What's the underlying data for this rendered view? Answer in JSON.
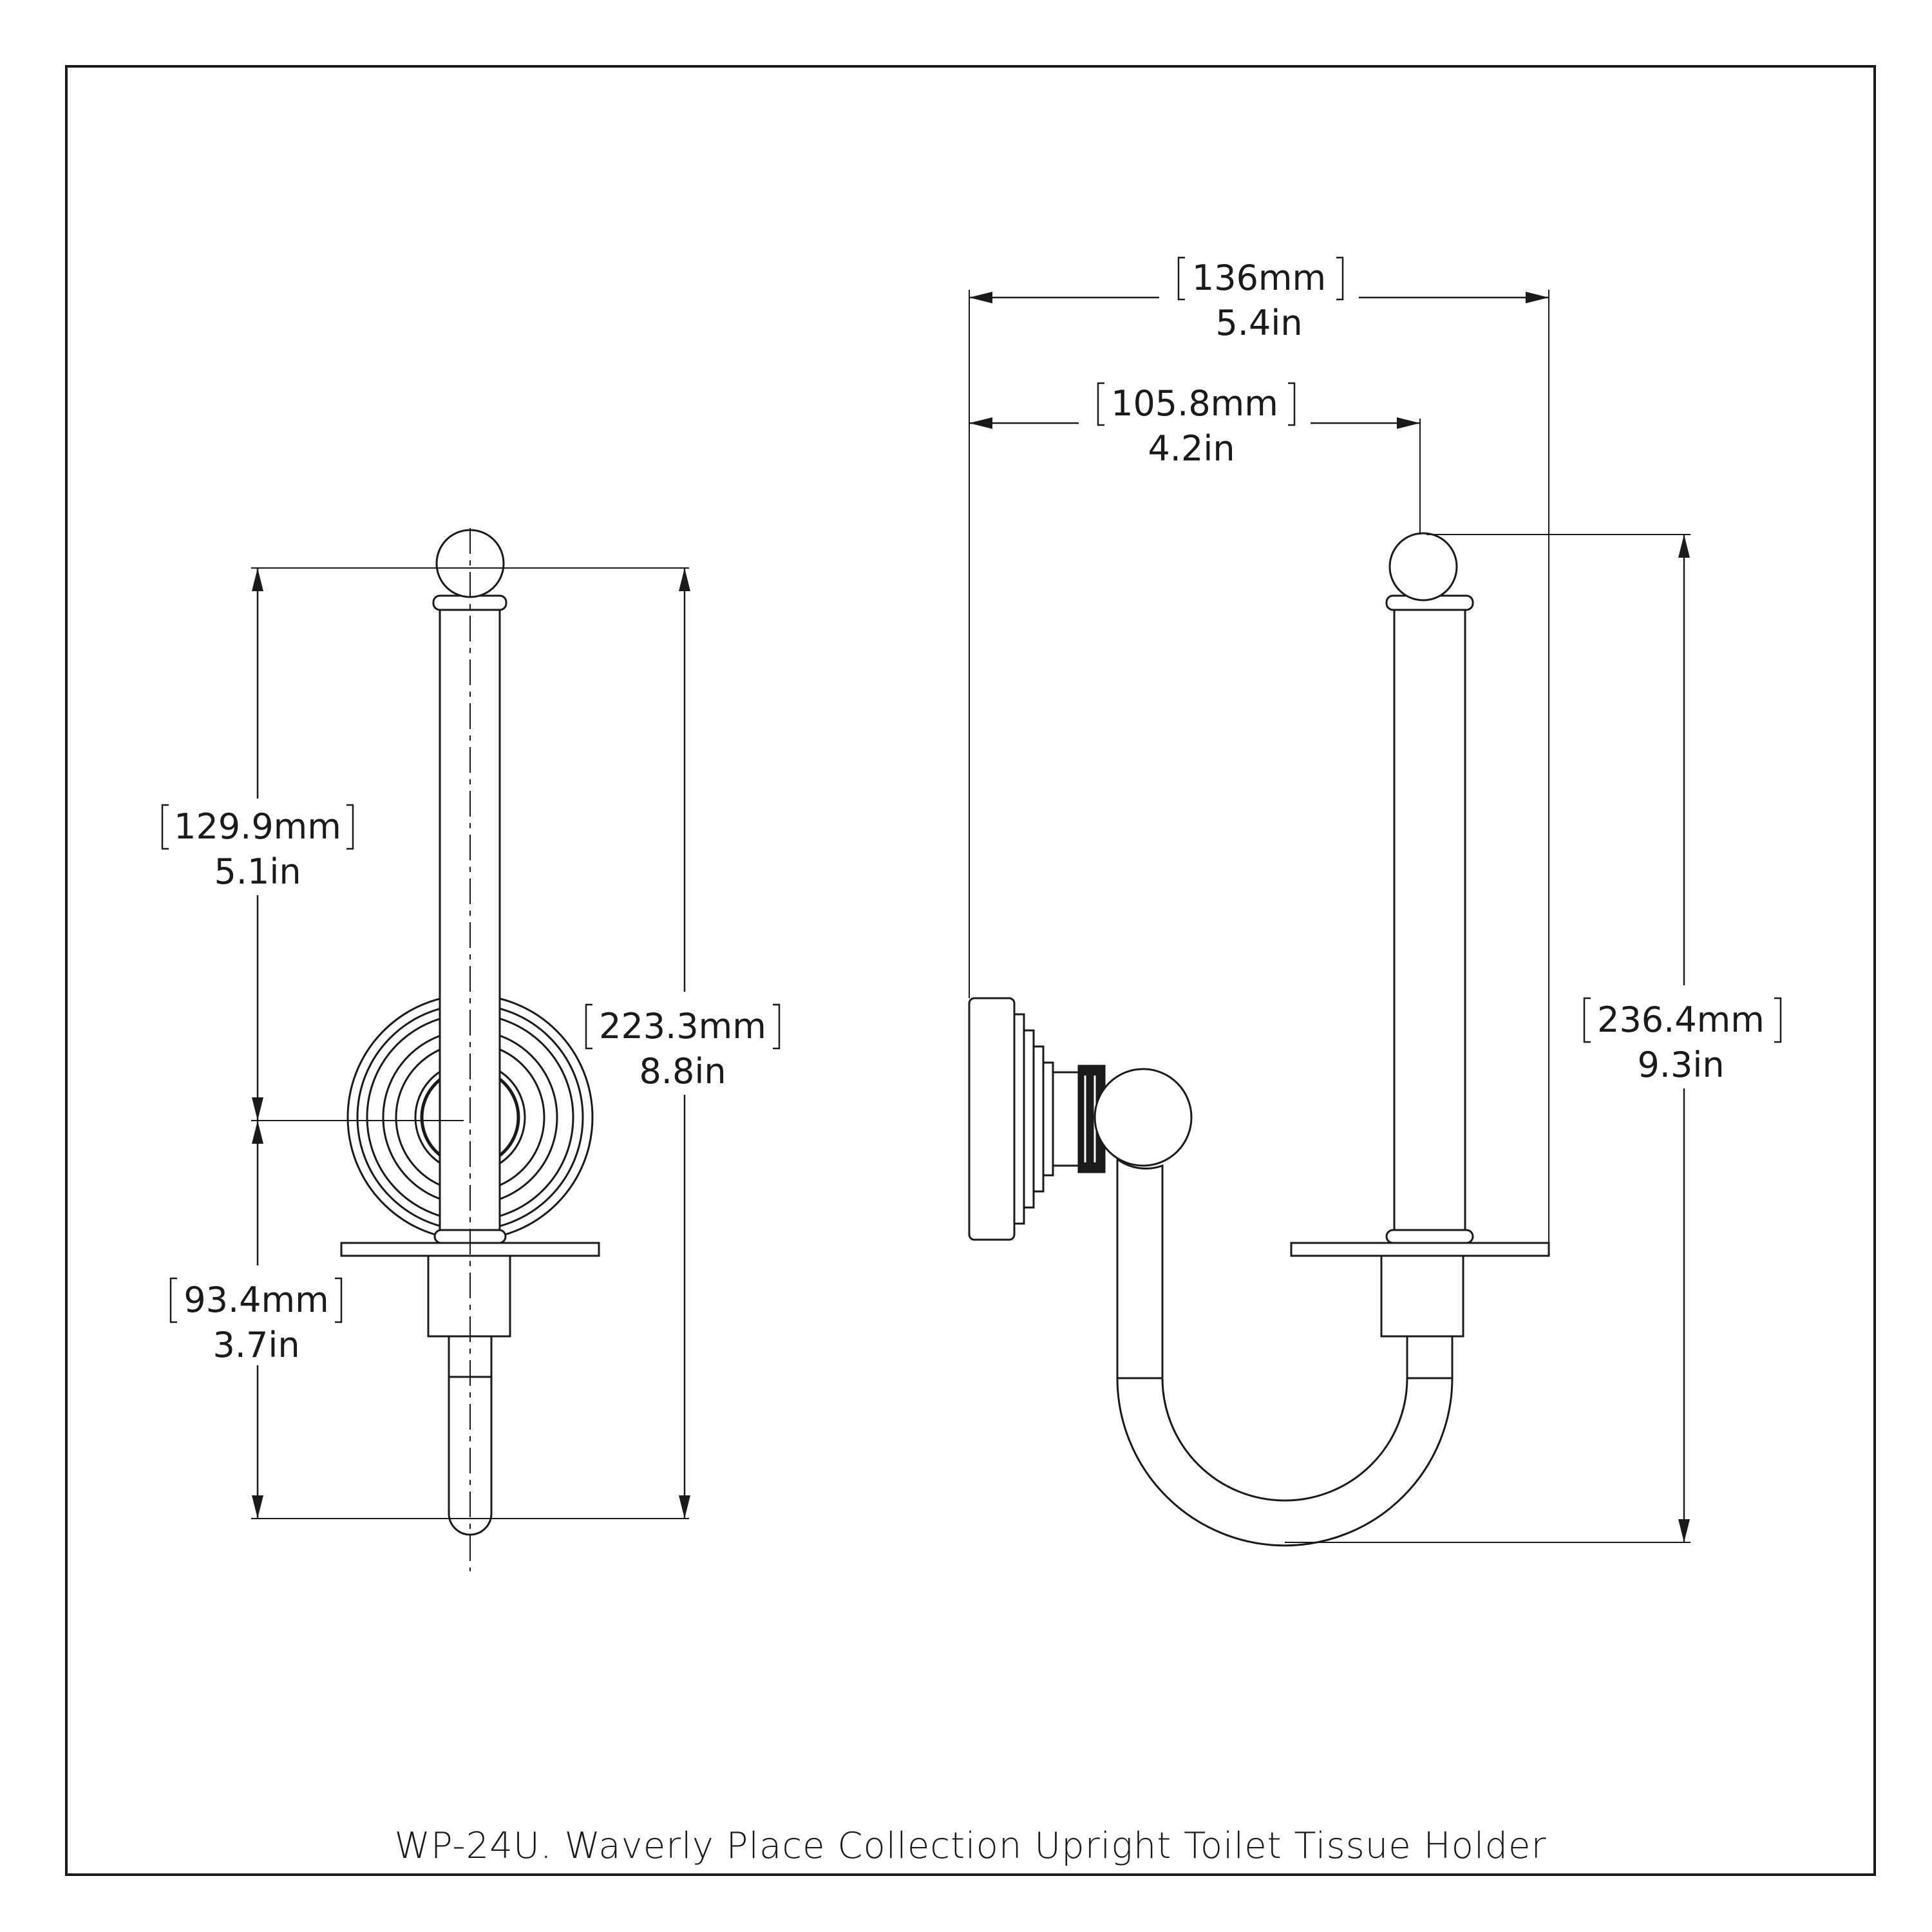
{
  "caption": "WP-24U. Waverly Place Collection Upright Toilet Tissue Holder",
  "colors": {
    "line": "#1a1a1a",
    "background": "#ffffff"
  },
  "front_view": {
    "dim_upper": {
      "mm": "129.9mm",
      "in": "5.1in"
    },
    "dim_lower": {
      "mm": "93.4mm",
      "in": "3.7in"
    },
    "dim_total": {
      "mm": "223.3mm",
      "in": "8.8in"
    }
  },
  "side_view": {
    "dim_overall_width": {
      "mm": "136mm",
      "in": "5.4in"
    },
    "dim_post_offset": {
      "mm": "105.8mm",
      "in": "4.2in"
    },
    "dim_overall_height": {
      "mm": "236.4mm",
      "in": "9.3in"
    }
  }
}
